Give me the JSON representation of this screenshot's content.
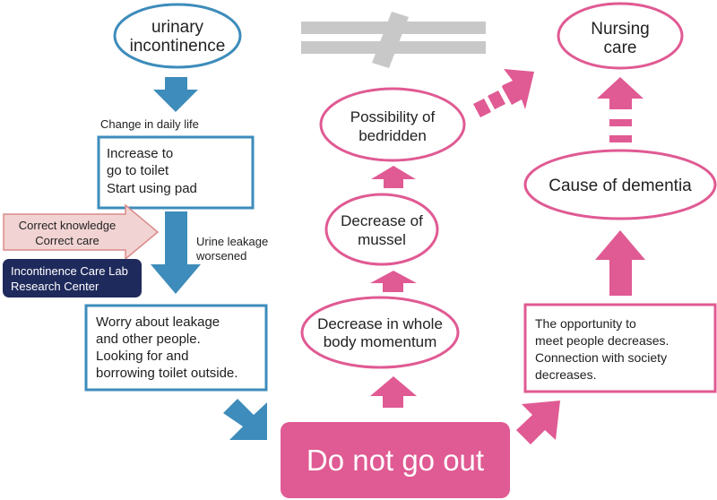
{
  "colors": {
    "blue": "#3d8cbb",
    "pink": "#e05a93",
    "navy": "#1f2a5c",
    "salmon_fill": "#f2d3d3",
    "salmon_stroke": "#d98a8a",
    "gray": "#c8c8c8"
  },
  "nodes": {
    "urinary_incontinence": [
      "urinary",
      "incontinence"
    ],
    "change_label": "Change in daily life",
    "box_toilet": [
      "Increase to",
      "go to toilet",
      "Start using pad"
    ],
    "correct_knowledge": [
      "Correct knowledge",
      "Correct care"
    ],
    "research_center": [
      "Incontinence Care Lab",
      "Research Center"
    ],
    "leakage_label": [
      "Urine leakage",
      "worsened"
    ],
    "box_worry": [
      "Worry about leakage",
      "and other people.",
      "Looking for and",
      "borrowing toilet outside."
    ],
    "do_not_go_out": "Do not go out",
    "whole_body": [
      "Decrease in whole",
      "body momentum"
    ],
    "mussel": [
      "Decrease of",
      "mussel"
    ],
    "bedridden": [
      "Possibility of",
      "bedridden"
    ],
    "nursing_care": [
      "Nursing",
      "care"
    ],
    "dementia": "Cause of dementia",
    "box_opportunity": [
      "The opportunity to",
      "meet people decreases.",
      "Connection with society",
      "decreases."
    ],
    "not_equal_symbol": "not-equal"
  }
}
